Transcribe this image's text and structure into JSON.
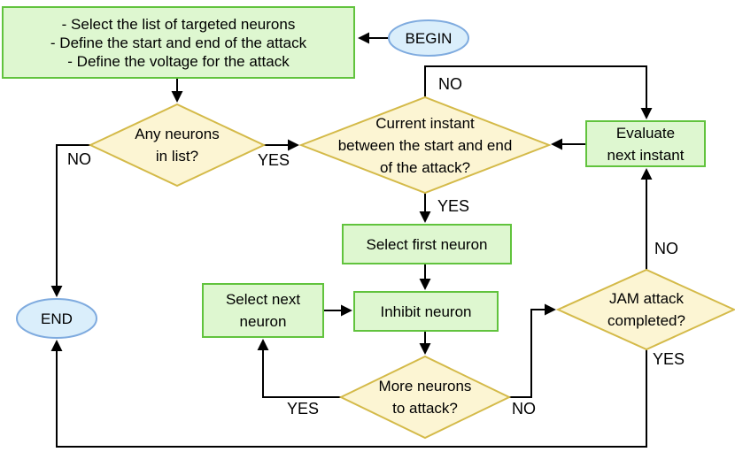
{
  "diagram": {
    "type": "flowchart",
    "colors": {
      "process_fill": "#def7d0",
      "process_stroke": "#61c33d",
      "decision_fill": "#fcf5d3",
      "decision_stroke": "#d4ba49",
      "terminal_fill": "#daeefb",
      "terminal_stroke": "#7fabdf",
      "connector": "#000000"
    }
  },
  "nodes": {
    "setup": {
      "lines": [
        "- Select the list of targeted neurons",
        "- Define the start and end of the attack",
        "- Define the voltage for the attack"
      ]
    },
    "begin": {
      "label": "BEGIN"
    },
    "any_neurons": {
      "lines": [
        "Any neurons",
        "in list?"
      ]
    },
    "current_instant": {
      "lines": [
        "Current instant",
        "between the start and end",
        "of the attack?"
      ]
    },
    "evaluate": {
      "lines": [
        "Evaluate",
        "next instant"
      ]
    },
    "select_first": {
      "label": "Select first neuron"
    },
    "select_next": {
      "lines": [
        "Select next",
        "neuron"
      ]
    },
    "inhibit": {
      "label": "Inhibit neuron"
    },
    "more_neurons": {
      "lines": [
        "More neurons",
        "to attack?"
      ]
    },
    "jam": {
      "lines": [
        "JAM attack",
        "completed?"
      ]
    },
    "end": {
      "label": "END"
    }
  },
  "edge_labels": {
    "any_no": "NO",
    "any_yes": "YES",
    "current_no": "NO",
    "current_yes": "YES",
    "more_yes": "YES",
    "more_no": "NO",
    "jam_no": "NO",
    "jam_yes": "YES"
  }
}
